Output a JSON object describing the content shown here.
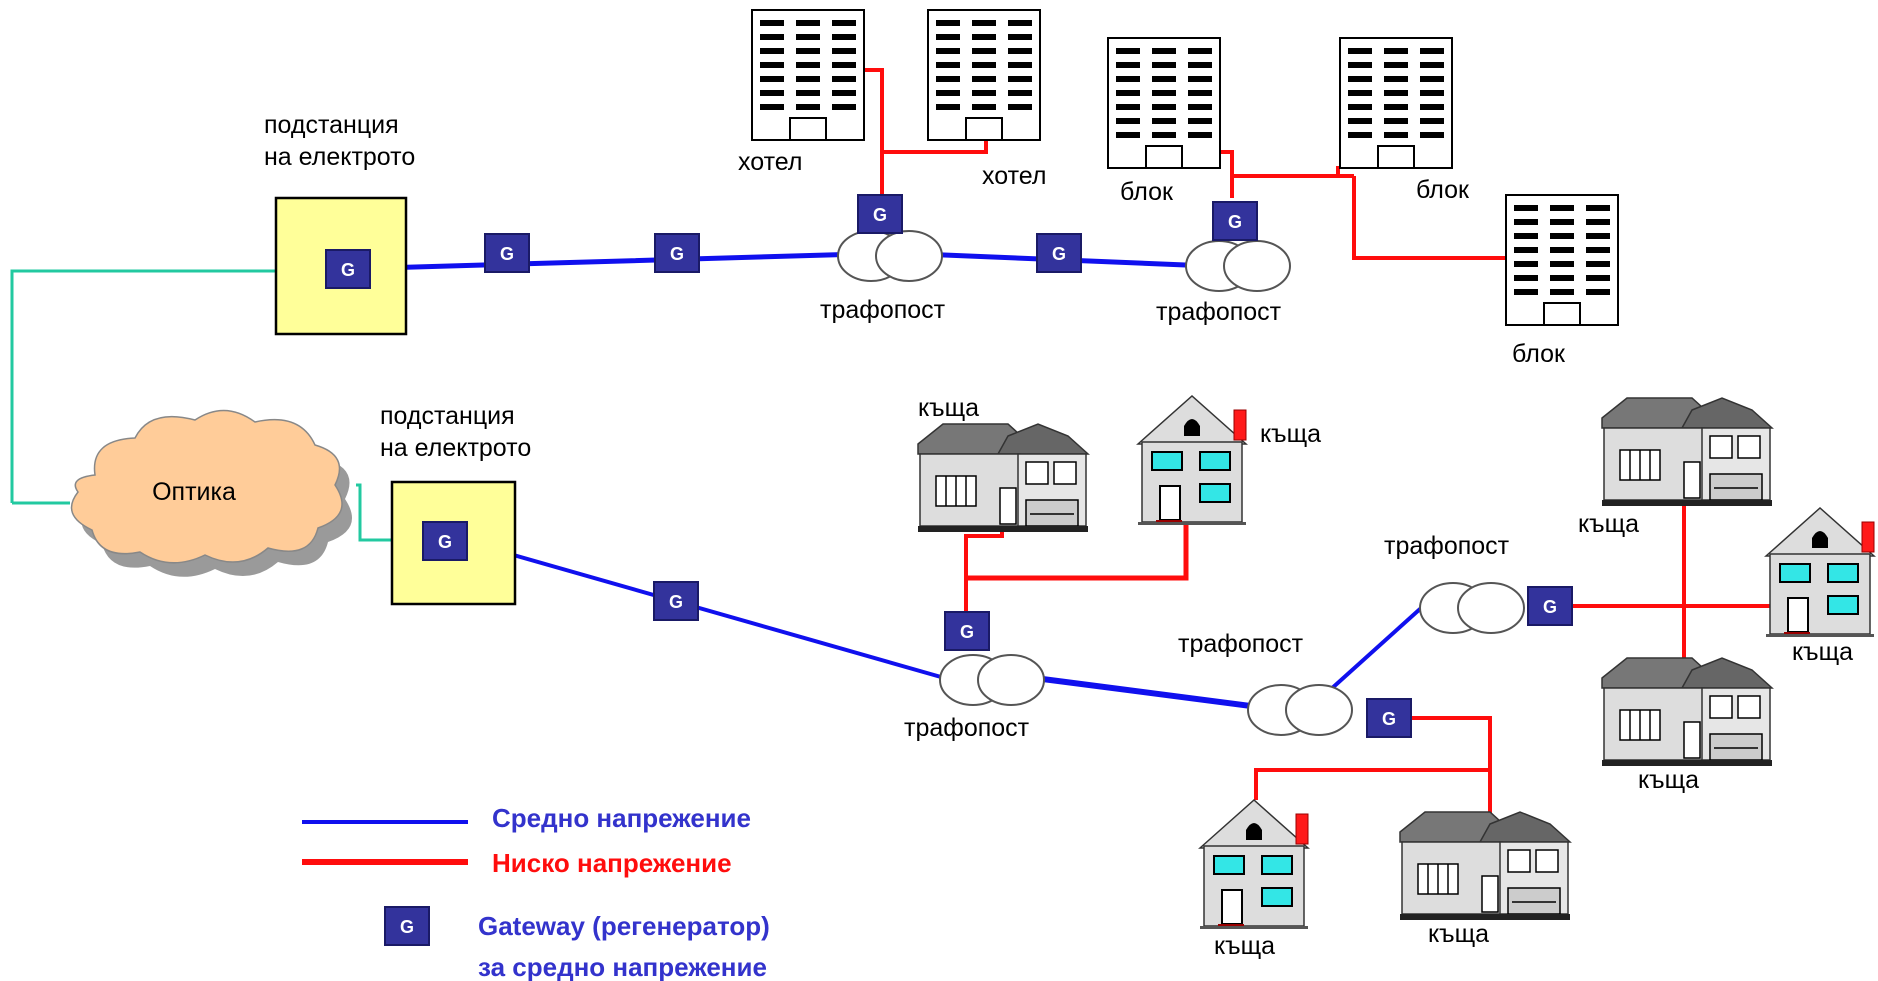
{
  "labels": {
    "substation1_line1": "подстанция",
    "substation1_line2": "на електрото",
    "substation2_line1": "подстанция",
    "substation2_line2": "на електрото",
    "optics": "Оптика",
    "hotel1": "хотел",
    "hotel2": "хотел",
    "block1": "блок",
    "block2": "блок",
    "block3": "блок",
    "tp1": "трафопост",
    "tp2": "трафопост",
    "tp3": "трафопост",
    "tp4": "трафопост",
    "tp5": "трафопост",
    "house1": "къща",
    "house2": "къща",
    "house3": "къща",
    "house4": "къща",
    "house5": "къща",
    "house6": "къща",
    "house7": "къща"
  },
  "gateway_letter": "G",
  "legend": {
    "medium_voltage": "Средно напрежение",
    "low_voltage": "Ниско напрежение",
    "gateway_line1": "Gateway (регенератор)",
    "gateway_line2": "за средно напрежение"
  },
  "colors": {
    "medium_voltage": "#1010ee",
    "low_voltage": "#ff0d0d",
    "fiber": "#22c9a0",
    "gateway_fill": "#33339c",
    "substation_fill": "#ffff99",
    "cloud_fill": "#ffcc99",
    "legend_text_blue": "#3333cc"
  }
}
